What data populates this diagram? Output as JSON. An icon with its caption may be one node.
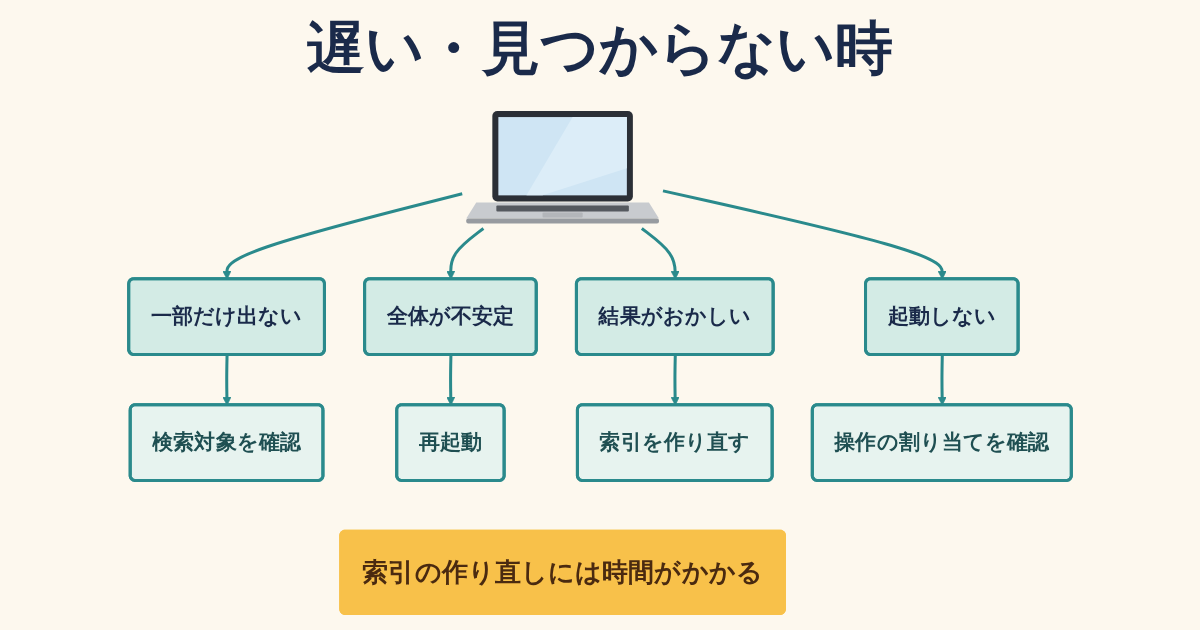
{
  "diagram": {
    "title": "遅い・見つからない時",
    "nodes": [
      {
        "text": [],
        "shape": "picture"
      },
      {
        "text": [
          "一部だけ出ない"
        ]
      },
      {
        "text": [
          "全体が不安定"
        ]
      },
      {
        "text": [
          "結果がおかしい"
        ]
      },
      {
        "text": [
          "起動しない"
        ]
      },
      {
        "text": [
          "検索対象を確認"
        ]
      },
      {
        "text": [
          "再起動"
        ]
      },
      {
        "text": [
          "索引を作り直す"
        ]
      },
      {
        "text": [
          "操作の割り当てを確認"
        ]
      },
      {
        "text": [
          "索引の作り直しには時間がかかる"
        ]
      }
    ],
    "edges": [
      {
        "from": 0,
        "to": 1,
        "arrow": "to"
      },
      {
        "from": 0,
        "to": 2,
        "arrow": "to"
      },
      {
        "from": 0,
        "to": 3,
        "arrow": "to"
      },
      {
        "from": 0,
        "to": 4,
        "arrow": "to"
      },
      {
        "from": 1,
        "to": 5,
        "arrow": "to"
      },
      {
        "from": 2,
        "to": 6,
        "arrow": "to"
      },
      {
        "from": 3,
        "to": 7,
        "arrow": "to"
      },
      {
        "from": 4,
        "to": 8,
        "arrow": "to"
      }
    ]
  }
}
